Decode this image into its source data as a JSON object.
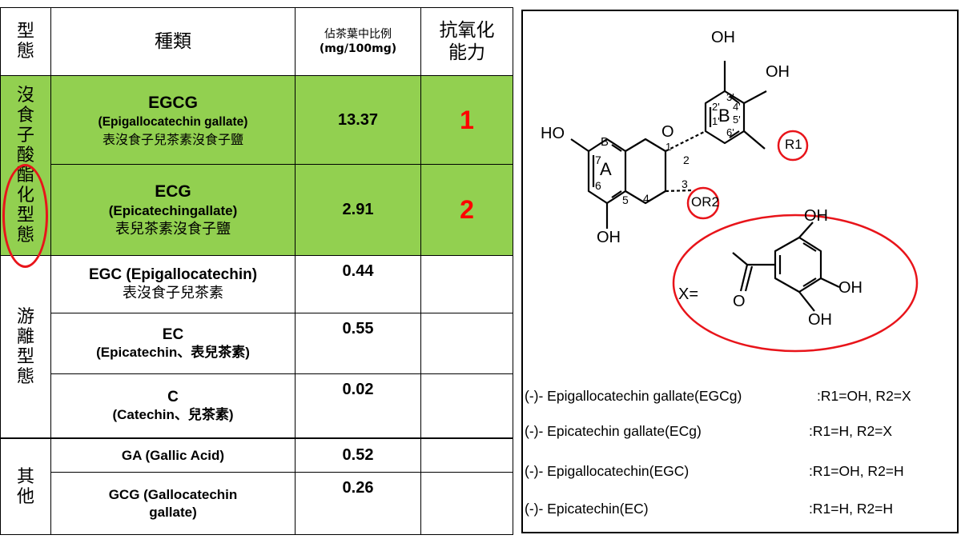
{
  "table": {
    "header": {
      "form": "型態",
      "type": "種類",
      "ratio_line1": "佔茶葉中比例",
      "ratio_line2": "(mg/100mg)",
      "antiox_line1": "抗氧化",
      "antiox_line2": "能力"
    },
    "groups": {
      "esterified": "沒食子酸酯化型態",
      "free": "游離型態",
      "other": "其他"
    },
    "rows": [
      {
        "abbr": "EGCG",
        "en": "(Epigallocatechin gallate)",
        "zh": "表沒食子兒茶素沒食子鹽",
        "value": "13.37",
        "rank": "1"
      },
      {
        "abbr": "ECG",
        "en": "(Epicatechingallate)",
        "zh": "表兒茶素沒食子鹽",
        "value": "2.91",
        "rank": "2"
      },
      {
        "abbr": "EGC",
        "en": "(Epigallocatechin)",
        "zh": "表沒食子兒茶素",
        "value": "0.44",
        "rank": ""
      },
      {
        "abbr": "EC",
        "en": "(Epicatechin、表兒茶素)",
        "value": "0.55",
        "rank": ""
      },
      {
        "abbr": "C",
        "en": "(Catechin、兒茶素)",
        "value": "0.02",
        "rank": ""
      },
      {
        "name": "GA (Gallic Acid)",
        "value": "0.52",
        "rank": ""
      },
      {
        "name_line1": "GCG (Gallocatechin",
        "name_line2": "gallate)",
        "value": "0.26",
        "rank": ""
      }
    ]
  },
  "structure": {
    "labels": {
      "oh_top": "OH",
      "oh_right": "OH",
      "ho_left": "HO",
      "oh_bottom": "OH",
      "r1": "R1",
      "or2": "OR2",
      "ring_a": "A",
      "ring_b": "B",
      "ring_b_small": "B",
      "x_eq": "X=",
      "x_oh_top": "OH",
      "x_oh_mid": "OH",
      "x_oh_bottom": "OH",
      "x_o": "O",
      "n1": "1",
      "n2": "2",
      "n3": "3",
      "n4": "4",
      "n5": "5",
      "n6": "6",
      "n7": "7",
      "n1p": "1'",
      "n2p": "2'",
      "n3p": "3'",
      "n4p": "4'",
      "n5p": "5'",
      "n6p": "6'"
    },
    "legend": [
      {
        "name": "(-)- Epigallocatechin gallate(EGCg)",
        "subst": ":R1=OH, R2=X"
      },
      {
        "name": "(-)- Epicatechin gallate(ECg)",
        "subst": ":R1=H, R2=X"
      },
      {
        "name": "(-)- Epigallocatechin(EGC)",
        "subst": ":R1=OH, R2=H"
      },
      {
        "name": "(-)- Epicatechin(EC)",
        "subst": ":R1=H, R2=H"
      }
    ]
  },
  "colors": {
    "highlight_green": "#92d050",
    "rank_red": "#ff0000",
    "circle_red": "#e8141a"
  }
}
